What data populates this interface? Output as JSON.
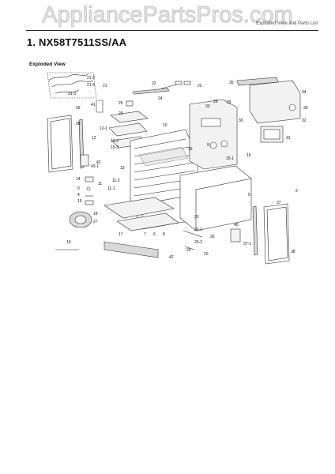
{
  "watermark": {
    "text": "AppliancePartsPros.com"
  },
  "header": {
    "note": "Exploded View and Parts List"
  },
  "title": "1.  NX58T7511SS/AA",
  "section": "Exploded View",
  "callouts": [
    {
      "text": "21-2"
    },
    {
      "text": "21-5"
    },
    {
      "text": "21"
    },
    {
      "text": "21-3"
    },
    {
      "text": "22"
    },
    {
      "text": "24"
    },
    {
      "text": "23"
    },
    {
      "text": "25"
    },
    {
      "text": "41"
    },
    {
      "text": "26"
    },
    {
      "text": "33"
    },
    {
      "text": "39"
    },
    {
      "text": "34"
    },
    {
      "text": "35"
    },
    {
      "text": "36"
    },
    {
      "text": "32"
    },
    {
      "text": "28"
    },
    {
      "text": "29"
    },
    {
      "text": "30"
    },
    {
      "text": "31"
    },
    {
      "text": "10"
    },
    {
      "text": "12"
    },
    {
      "text": "12-1"
    },
    {
      "text": "12-2"
    },
    {
      "text": "15-3"
    },
    {
      "text": "19"
    },
    {
      "text": "9"
    },
    {
      "text": "16"
    },
    {
      "text": "15-1"
    },
    {
      "text": "38"
    },
    {
      "text": "42"
    },
    {
      "text": "43-1"
    },
    {
      "text": "13"
    },
    {
      "text": "14"
    },
    {
      "text": "11-2"
    },
    {
      "text": "11"
    },
    {
      "text": "11-1"
    },
    {
      "text": "3"
    },
    {
      "text": "4"
    },
    {
      "text": "15"
    },
    {
      "text": "5"
    },
    {
      "text": "2"
    },
    {
      "text": "37"
    },
    {
      "text": "18"
    },
    {
      "text": "20"
    },
    {
      "text": "27"
    },
    {
      "text": "17"
    },
    {
      "text": "7"
    },
    {
      "text": "6"
    },
    {
      "text": "8"
    },
    {
      "text": "40"
    },
    {
      "text": "26-1"
    },
    {
      "text": "26"
    },
    {
      "text": "25-2"
    },
    {
      "text": "26"
    },
    {
      "text": "37-1"
    },
    {
      "text": "38"
    },
    {
      "text": "19"
    },
    {
      "text": "42"
    },
    {
      "text": "20"
    }
  ]
}
